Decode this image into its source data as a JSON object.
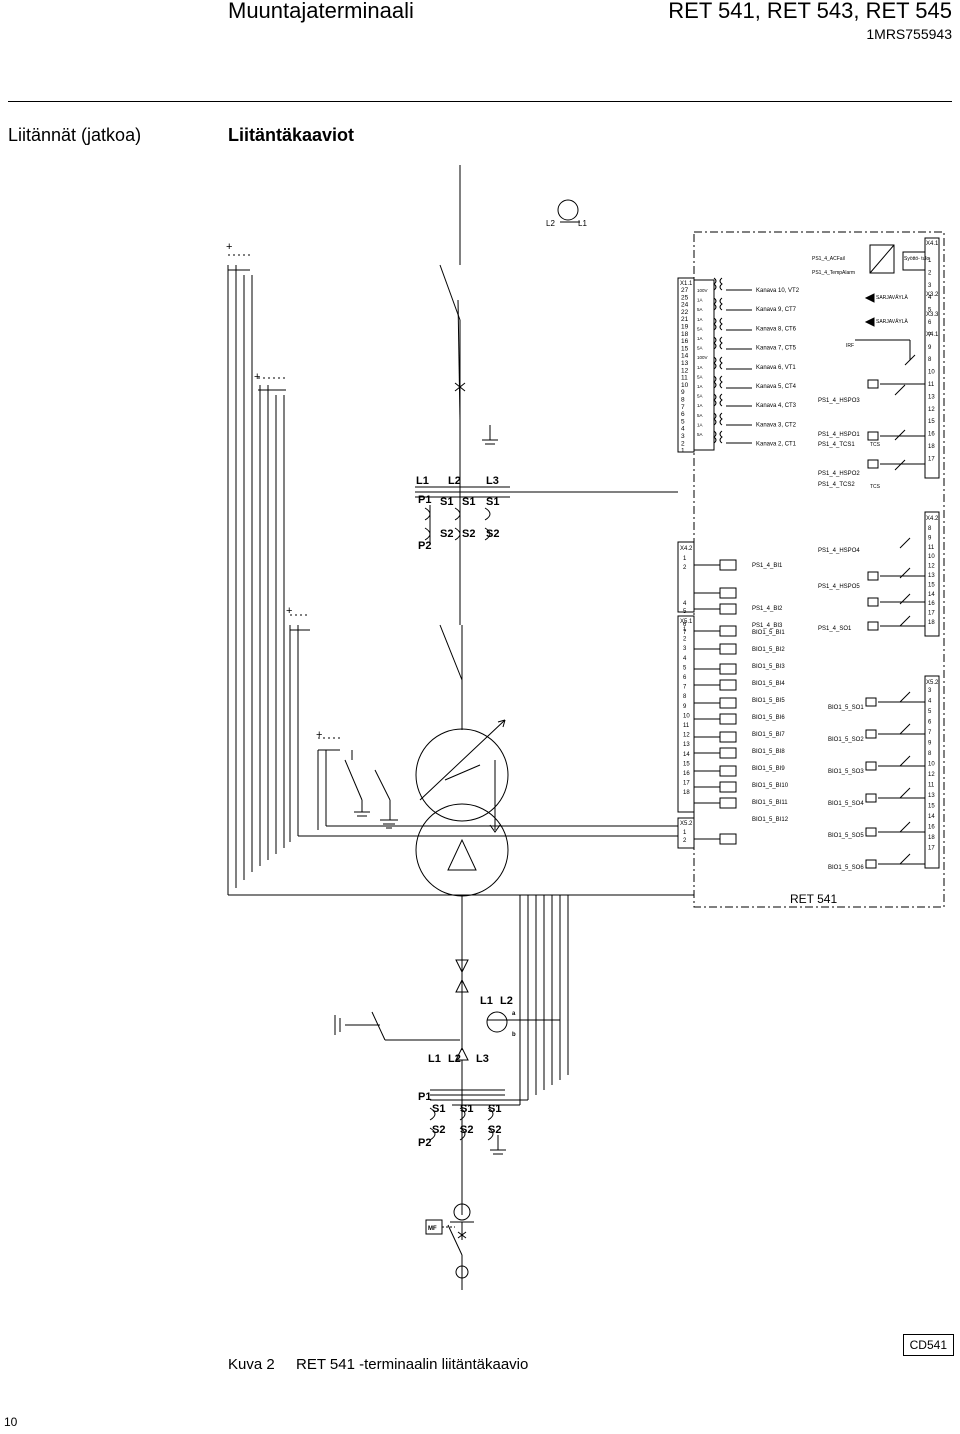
{
  "header": {
    "product_family": "Muuntajaterminaali",
    "models": "RET 541, RET 543, RET 545",
    "doc_number": "1MRS755943"
  },
  "section": {
    "title_left": "Liitännät (jatkoa)",
    "title_right": "Liitäntäkaaviot"
  },
  "figure": {
    "label": "Kuva 2",
    "caption": "RET 541 -terminaalin liitäntäkaavio",
    "code": "CD541",
    "device_name": "RET 541"
  },
  "page_number": "10",
  "diagram": {
    "top_terminal": "X1.1",
    "analog_pins": [
      "27",
      "25",
      "24",
      "22",
      "21",
      "19",
      "18",
      "16",
      "15",
      "14",
      "13",
      "12",
      "11",
      "10",
      "9",
      "8",
      "7",
      "6",
      "5",
      "4",
      "3",
      "2",
      "1"
    ],
    "analog_channels": [
      "Kanava 10, VT2",
      "Kanava 9, CT7",
      "Kanava 8, CT6",
      "Kanava 7, CT5",
      "Kanava 6, VT1",
      "Kanava 5, CT4",
      "Kanava 4, CT3",
      "Kanava 3, CT2",
      "Kanava 2, CT1"
    ],
    "analog_ratings": [
      "100V",
      "1A",
      "5A",
      "1A",
      "5A",
      "1A",
      "5A",
      "100V",
      "1A",
      "5A",
      "1A",
      "5A",
      "1A",
      "5A",
      "1A",
      "5A"
    ],
    "status_signals": [
      "PS1_4_ACFail",
      "PS1_4_TempAlarm"
    ],
    "supply_label": "Syöttö-\ntulo",
    "serial_bus": [
      "SARJAVÄYLÄ",
      "SARJAVÄYLÄ"
    ],
    "irf_label": "IRF",
    "tcs_label": "TCS",
    "right_terminals": [
      "X4.1",
      "X3.2",
      "X3.3",
      "X4.1",
      "X4.2",
      "X5.2"
    ],
    "right_pins_a": [
      "1",
      "2",
      "3",
      "4",
      "5",
      "6",
      "7",
      "9",
      "8",
      "10",
      "11",
      "13",
      "12",
      "15",
      "16",
      "18",
      "17"
    ],
    "right_pins_b": [
      "8",
      "9",
      "11",
      "10",
      "12",
      "13",
      "15",
      "14",
      "16",
      "17",
      "18"
    ],
    "right_pins_c": [
      "3",
      "4",
      "5",
      "6",
      "7",
      "9",
      "8",
      "10",
      "12",
      "11",
      "13",
      "15",
      "14",
      "16",
      "18",
      "17"
    ],
    "ps_outputs": [
      "PS1_4_HSPO3",
      "PS1_4_HSPO1",
      "PS1_4_TCS1",
      "PS1_4_HSPO2",
      "PS1_4_TCS2",
      "PS1_4_HSPO4",
      "PS1_4_HSPO5",
      "PS1_4_SO1"
    ],
    "ps_inputs": [
      "PS1_4_BI1",
      "PS1_4_BI2",
      "PS1_4_BI3"
    ],
    "ps_input_terminal": "X4.2",
    "ps_input_pins": [
      "1",
      "2",
      "4",
      "5",
      "6",
      "7"
    ],
    "bio_terminal_1": "X5.1",
    "bio_pins_1": [
      "1",
      "2",
      "3",
      "4",
      "5",
      "6",
      "7",
      "8",
      "9",
      "10",
      "11",
      "12",
      "13",
      "14",
      "15",
      "16",
      "17",
      "18"
    ],
    "bio_terminal_2": "X5.2",
    "bio_pins_2": [
      "1",
      "2"
    ],
    "bio_inputs": [
      "BIO1_5_BI1",
      "BIO1_5_BI2",
      "BIO1_5_BI3",
      "BIO1_5_BI4",
      "BIO1_5_BI5",
      "BIO1_5_BI6",
      "BIO1_5_BI7",
      "BIO1_5_BI8",
      "BIO1_5_BI9",
      "BIO1_5_BI10",
      "BIO1_5_BI11",
      "BIO1_5_BI12"
    ],
    "bio_outputs": [
      "BIO1_5_SO1",
      "BIO1_5_SO2",
      "BIO1_5_SO3",
      "BIO1_5_SO4",
      "BIO1_5_SO5",
      "BIO1_5_SO6"
    ],
    "field_labels": {
      "bus_l2": "L2",
      "bus_l1": "L1",
      "ct_phases": [
        "L1",
        "L2",
        "L3"
      ],
      "ct_primary": [
        "P1",
        "P2"
      ],
      "ct_secondary": [
        "S1",
        "S1",
        "S1",
        "S2",
        "S2",
        "S2"
      ],
      "lv_bus": [
        "L1",
        "L2"
      ],
      "lv_phases": [
        "L1",
        "L2",
        "L3"
      ],
      "lv_ct_primary": [
        "P1",
        "P2"
      ],
      "lv_ct_secondary": [
        "S1",
        "S1",
        "S1",
        "S2",
        "S2",
        "S2"
      ],
      "motor_label": "MF",
      "vt_a": "a",
      "vt_b": "b",
      "plus": "+"
    }
  }
}
